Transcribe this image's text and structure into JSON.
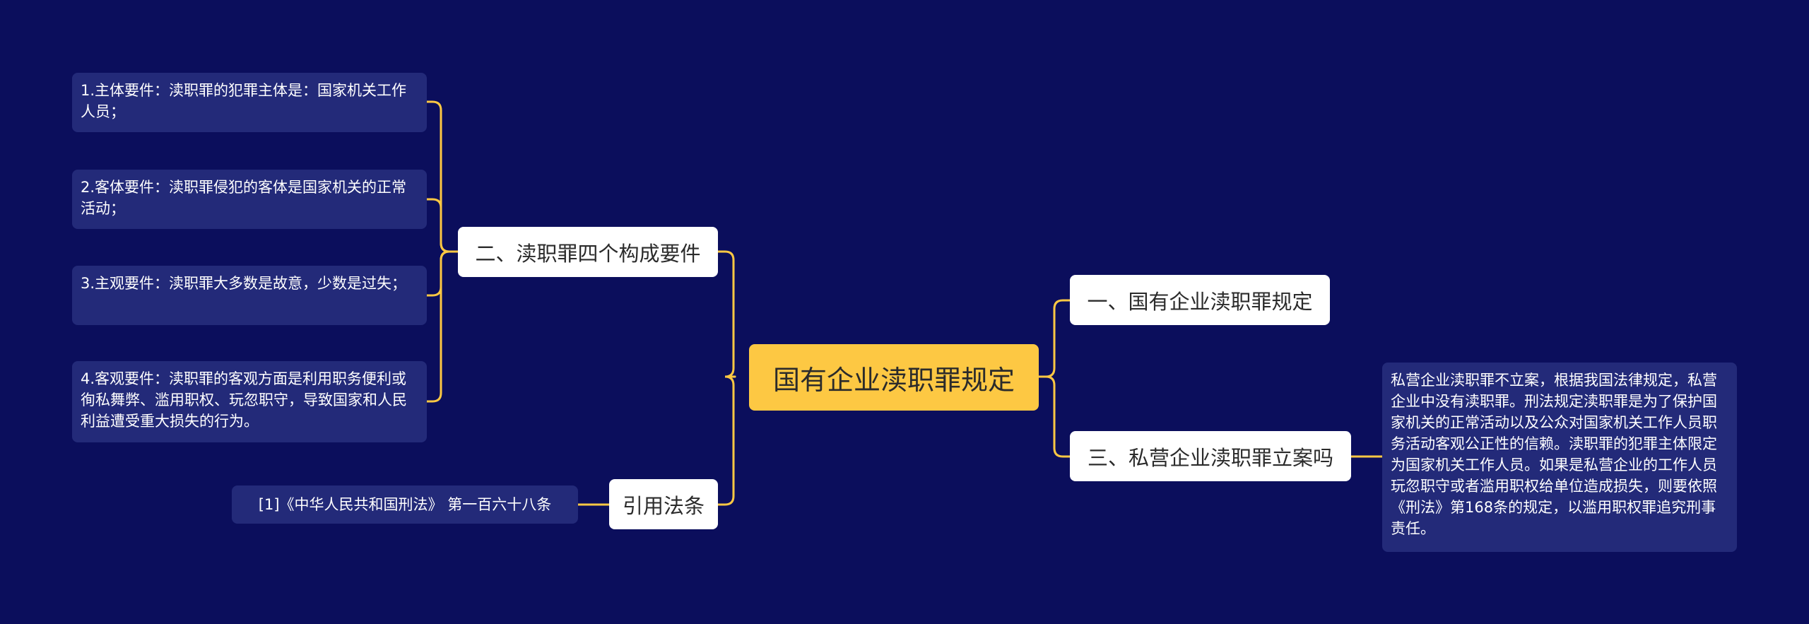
{
  "theme": {
    "background": "#0b0e5c",
    "root_fill": "#fdc843",
    "branch_fill": "#ffffff",
    "leaf_fill": "#232a79",
    "connector": "#fdc843"
  },
  "root": {
    "label": "国有企业渎职罪规定"
  },
  "branches": {
    "b1": {
      "label": "二、渎职罪四个构成要件"
    },
    "b2": {
      "label": "引用法条"
    },
    "b3": {
      "label": "一、国有企业渎职罪规定"
    },
    "b4": {
      "label": "三、私营企业渎职罪立案吗"
    }
  },
  "leaves": {
    "l1": "1.主体要件：渎职罪的犯罪主体是：国家机关工作人员；",
    "l2": "2.客体要件：渎职罪侵犯的客体是国家机关的正常活动；",
    "l3": "3.主观要件：渎职罪大多数是故意，少数是过失；",
    "l4": "4.客观要件：渎职罪的客观方面是利用职务便利或徇私舞弊、滥用职权、玩忽职守，导致国家和人民利益遭受重大损失的行为。",
    "l5": "[1]《中华人民共和国刑法》 第一百六十八条",
    "l6": "私营企业渎职罪不立案，根据我国法律规定，私营企业中没有渎职罪。刑法规定渎职罪是为了保护国家机关的正常活动以及公众对国家机关工作人员职务活动客观公正性的信赖。渎职罪的犯罪主体限定为国家机关工作人员。如果是私营企业的工作人员玩忽职守或者滥用职权给单位造成损失，则要依照《刑法》第168条的规定，以滥用职权罪追究刑事责任。"
  }
}
